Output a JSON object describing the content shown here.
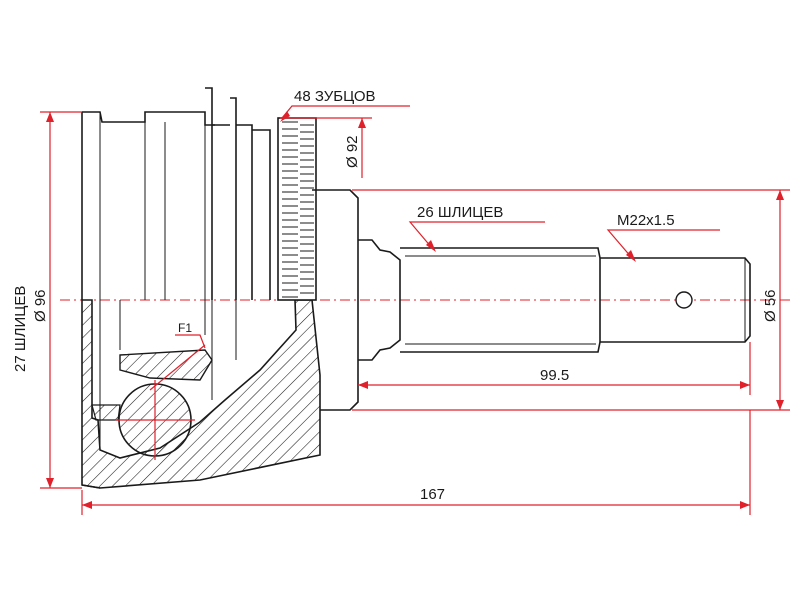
{
  "labels": {
    "teeth": "48 ЗУБЦОВ",
    "dia_92": "Ø 92",
    "splines_26": "26 ШЛИЦЕВ",
    "thread": "M22x1.5",
    "dim_99": "99.5",
    "dim_167": "167",
    "dia_56": "Ø 56",
    "splines_27": "27 ШЛИЦЕВ",
    "dia_96": "Ø 96",
    "f1": "F1"
  },
  "colors": {
    "dimension": "#e0202a",
    "outline": "#1a1a1a"
  }
}
